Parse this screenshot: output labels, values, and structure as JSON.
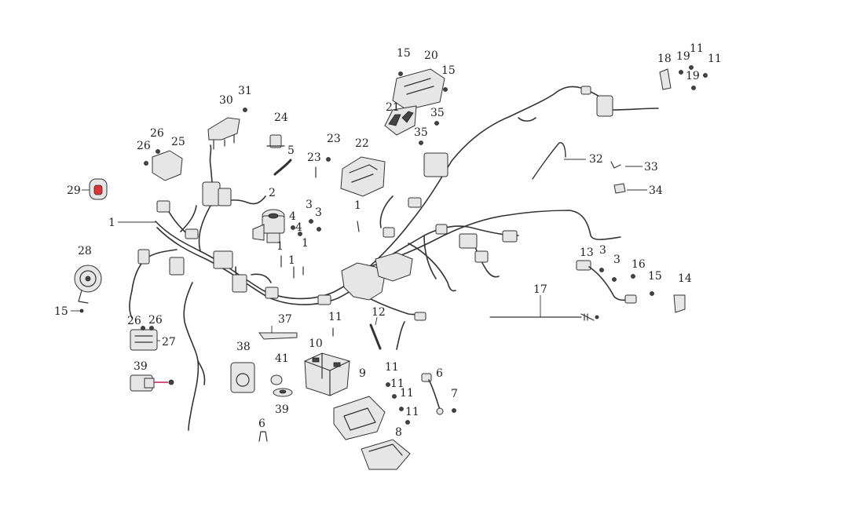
{
  "diagram": {
    "callouts": [
      {
        "id": "c1",
        "text": "1"
      },
      {
        "id": "c2",
        "text": "2"
      },
      {
        "id": "c3",
        "text": "3"
      },
      {
        "id": "c4",
        "text": "3"
      },
      {
        "id": "c5",
        "text": "4"
      },
      {
        "id": "c6",
        "text": "4"
      },
      {
        "id": "c7",
        "text": "1"
      },
      {
        "id": "c8",
        "text": "1"
      },
      {
        "id": "c9",
        "text": "1"
      },
      {
        "id": "c10",
        "text": "1"
      },
      {
        "id": "c11",
        "text": "5"
      },
      {
        "id": "c12",
        "text": "6"
      },
      {
        "id": "c13",
        "text": "6"
      },
      {
        "id": "c14",
        "text": "7"
      },
      {
        "id": "c15",
        "text": "8"
      },
      {
        "id": "c16",
        "text": "9"
      },
      {
        "id": "c17",
        "text": "10"
      },
      {
        "id": "c18",
        "text": "11"
      },
      {
        "id": "c19",
        "text": "11"
      },
      {
        "id": "c20",
        "text": "11"
      },
      {
        "id": "c21",
        "text": "11"
      },
      {
        "id": "c22",
        "text": "11"
      },
      {
        "id": "c23",
        "text": "11"
      },
      {
        "id": "c24",
        "text": "11"
      },
      {
        "id": "c25",
        "text": "12"
      },
      {
        "id": "c26",
        "text": "13"
      },
      {
        "id": "c27",
        "text": "3"
      },
      {
        "id": "c28",
        "text": "3"
      },
      {
        "id": "c29",
        "text": "14"
      },
      {
        "id": "c30",
        "text": "15"
      },
      {
        "id": "c31",
        "text": "15"
      },
      {
        "id": "c32",
        "text": "15"
      },
      {
        "id": "c33",
        "text": "15"
      },
      {
        "id": "c34",
        "text": "16"
      },
      {
        "id": "c35",
        "text": "17"
      },
      {
        "id": "c36",
        "text": "18"
      },
      {
        "id": "c37",
        "text": "19"
      },
      {
        "id": "c38",
        "text": "19"
      },
      {
        "id": "c39",
        "text": "20"
      },
      {
        "id": "c40",
        "text": "21"
      },
      {
        "id": "c41",
        "text": "22"
      },
      {
        "id": "c42",
        "text": "23"
      },
      {
        "id": "c43",
        "text": "23"
      },
      {
        "id": "c44",
        "text": "24"
      },
      {
        "id": "c45",
        "text": "25"
      },
      {
        "id": "c46",
        "text": "26"
      },
      {
        "id": "c47",
        "text": "26"
      },
      {
        "id": "c48",
        "text": "26"
      },
      {
        "id": "c49",
        "text": "26"
      },
      {
        "id": "c50",
        "text": "27"
      },
      {
        "id": "c51",
        "text": "28"
      },
      {
        "id": "c52",
        "text": "29"
      },
      {
        "id": "c53",
        "text": "30"
      },
      {
        "id": "c54",
        "text": "31"
      },
      {
        "id": "c55",
        "text": "32"
      },
      {
        "id": "c56",
        "text": "33"
      },
      {
        "id": "c57",
        "text": "34"
      },
      {
        "id": "c58",
        "text": "35"
      },
      {
        "id": "c59",
        "text": "35"
      },
      {
        "id": "c60",
        "text": "37"
      },
      {
        "id": "c61",
        "text": "38"
      },
      {
        "id": "c62",
        "text": "39"
      },
      {
        "id": "c63",
        "text": "39"
      },
      {
        "id": "c64",
        "text": "41"
      }
    ]
  }
}
